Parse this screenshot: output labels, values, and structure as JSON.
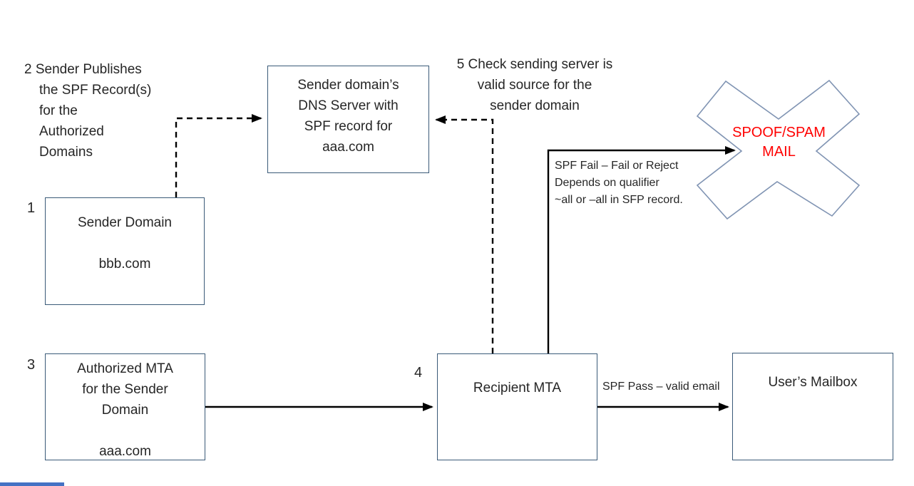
{
  "colors": {
    "box_border": "#3a5a78",
    "x_outline": "#8094b3",
    "alert_red": "#ff0000",
    "arrow_black": "#000000",
    "accent_blue_strip": "#4472c4",
    "text": "#262626"
  },
  "notes": {
    "publish": {
      "l1": "2 Sender Publishes",
      "l2": "the SPF Record(s)",
      "l3": "for the",
      "l4": "Authorized",
      "l5": "Domains"
    },
    "check": {
      "l1": "5 Check sending server is",
      "l2": "valid source for the",
      "l3": "sender domain"
    },
    "fail": {
      "l1": "SPF Fail – Fail or Reject",
      "l2": "Depends on qualifier",
      "l3": "~all or –all in SFP record."
    },
    "pass": "SPF Pass – valid email"
  },
  "boxes": {
    "dns": {
      "l1": "Sender domain’s",
      "l2": "DNS Server with",
      "l3": "SPF record for",
      "l4": "aaa.com"
    },
    "sender_domain": {
      "number": "1",
      "l1": "Sender Domain",
      "l2": "bbb.com"
    },
    "authorized_mta": {
      "number": "3",
      "l1": "Authorized MTA",
      "l2": "for the Sender",
      "l3": "Domain",
      "l4": "aaa.com"
    },
    "recipient_mta": {
      "number": "4",
      "l1": "Recipient MTA"
    },
    "mailbox": {
      "l1": "User’s Mailbox"
    }
  },
  "alert": {
    "l1": "SPOOF/SPAM",
    "l2": "MAIL"
  }
}
